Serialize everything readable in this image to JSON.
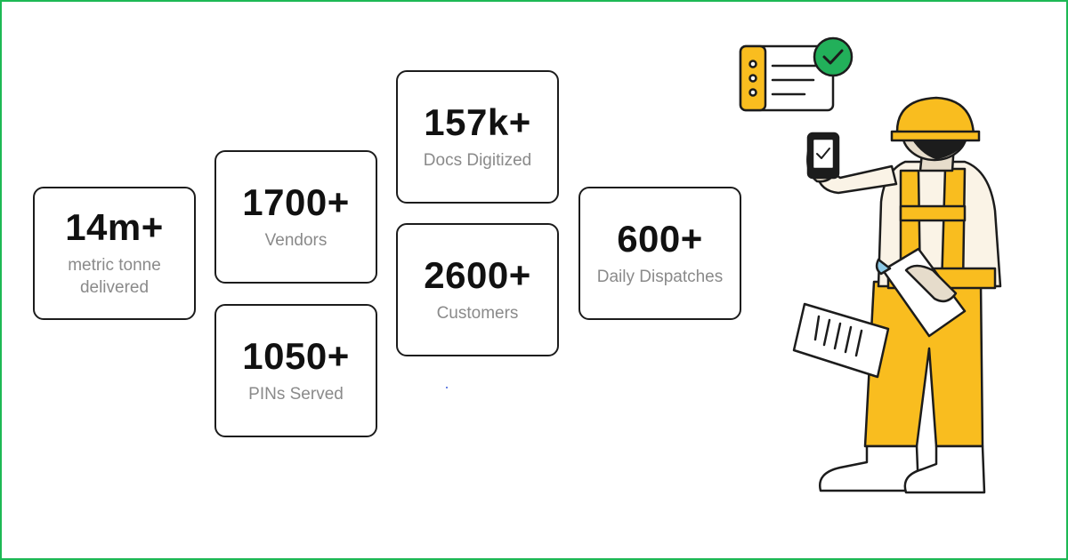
{
  "stats": [
    {
      "value": "14m+",
      "label_line1": "metric tonne",
      "label_line2": "delivered"
    },
    {
      "value": "1700+",
      "label": "Vendors"
    },
    {
      "value": "1050+",
      "label": "PINs Served"
    },
    {
      "value": "157k+",
      "label": "Docs Digitized"
    },
    {
      "value": "2600+",
      "label": "Customers"
    },
    {
      "value": "600+",
      "label": "Daily Dispatches"
    }
  ],
  "colors": {
    "frame_border": "#1db954",
    "card_border": "#1c1c1c",
    "value_text": "#111111",
    "label_text": "#8a8a8a",
    "accent_yellow": "#f9bd1f",
    "check_green": "#22b05a"
  },
  "illustration": {
    "icons": [
      "worker-illustration",
      "checklist-card-icon",
      "check-badge-icon",
      "phone-icon",
      "clipboard-icon"
    ]
  }
}
